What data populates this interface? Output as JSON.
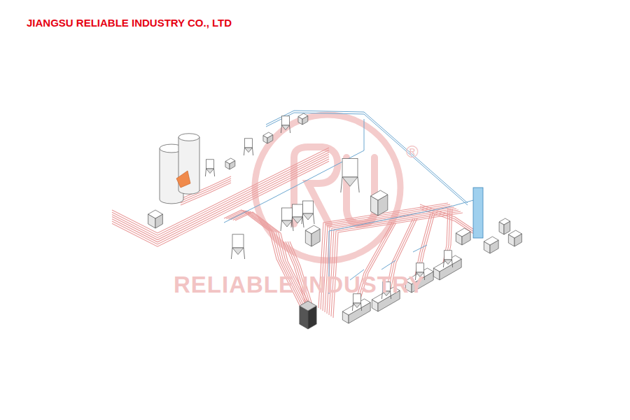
{
  "diagram": {
    "title": "JIANGSU RELIABLE INDUSTRY CO., LTD",
    "labels": [
      "RELIABLE INDUSTRY",
      "®"
    ]
  }
}
